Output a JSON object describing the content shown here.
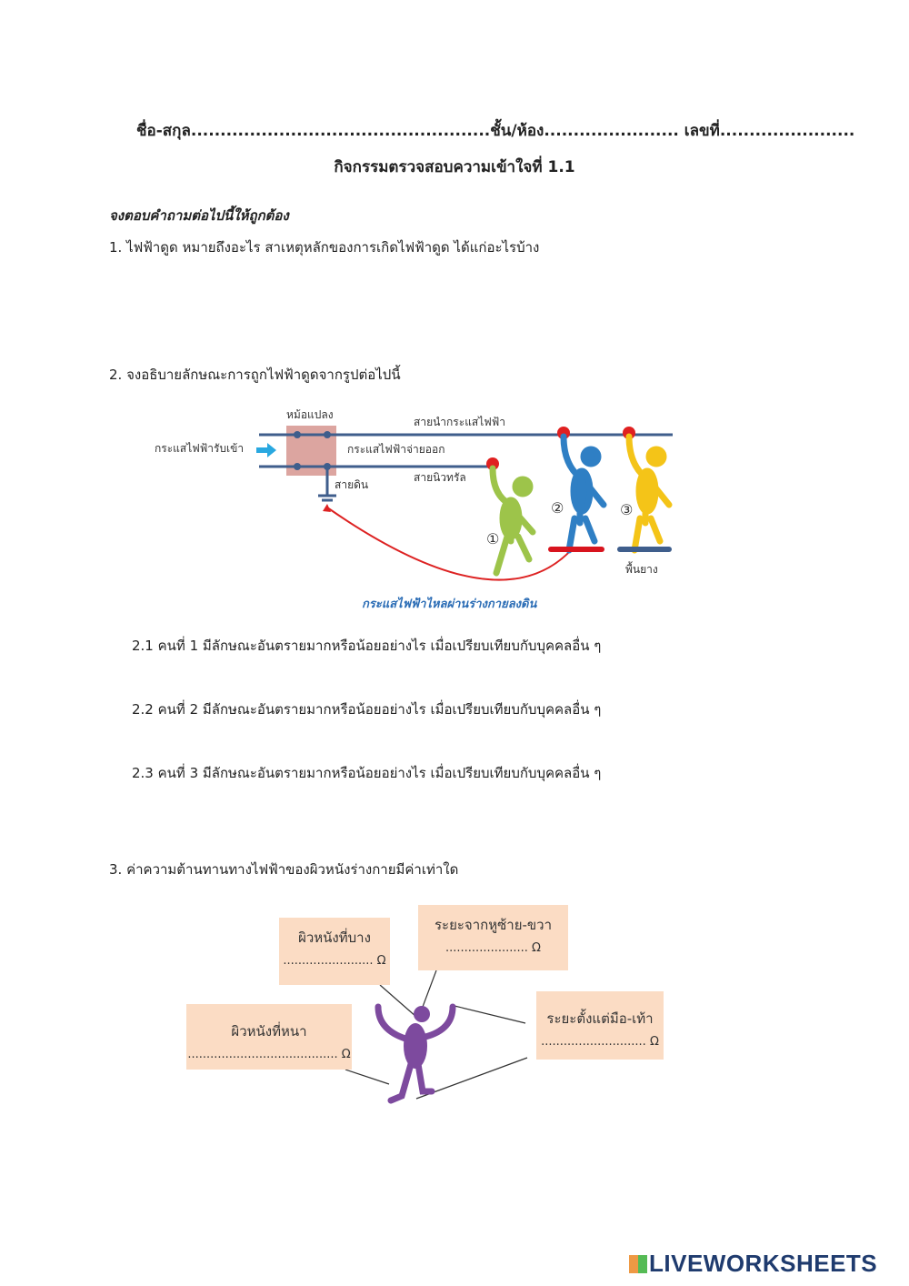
{
  "header": {
    "name_label": "ชื่อ-สกุล...................................................",
    "class_label": "ชั้น/ห้อง.......................",
    "number_label": "เลขที่......................."
  },
  "title": "กิจกรรมตรวจสอบความเข้าใจที่ 1.1",
  "instruction": "จงตอบคำถามต่อไปนี้ให้ถูกต้อง",
  "q1": "1. ไฟฟ้าดูด หมายถึงอะไร สาเหตุหลักของการเกิดไฟฟ้าดูด ได้แก่อะไรบ้าง",
  "q2": "2. จงอธิบายลักษณะการถูกไฟฟ้าดูดจากรูปต่อไปนี้",
  "diagram": {
    "transformer": "หม้อแปลง",
    "input": "กระแสไฟฟ้ารับเข้า",
    "live_wire": "สายนำกระแสไฟฟ้า",
    "output": "กระแสไฟฟ้าจ่ายออก",
    "neutral": "สายนิวทรัล",
    "ground": "สายดิน",
    "rubber_floor": "พื้นยาง",
    "flow": "กระแสไฟฟ้าไหลผ่านร่างกายลงดิน",
    "p1": "①",
    "p2": "②",
    "p3": "③"
  },
  "q2_sub": [
    "2.1 คนที่ 1 มีลักษณะอันตรายมากหรือน้อยอย่างไร เมื่อเปรียบเทียบกับบุคคลอื่น ๆ",
    "2.2 คนที่ 2 มีลักษณะอันตรายมากหรือน้อยอย่างไร เมื่อเปรียบเทียบกับบุคคลอื่น ๆ",
    "2.3 คนที่ 3 มีลักษณะอันตรายมากหรือน้อยอย่างไร เมื่อเปรียบเทียบกับบุคคลอื่น ๆ"
  ],
  "q3": "3. ค่าความต้านทานทางไฟฟ้าของผิวหนังร่างกายมีค่าเท่าใด",
  "boxes": {
    "thin": {
      "label": "ผิวหนังที่บาง",
      "answer": "........................ Ω"
    },
    "ears": {
      "label": "ระยะจากหูซ้าย-ขวา",
      "answer": "...................... Ω"
    },
    "thick": {
      "label": "ผิวหนังที่หนา",
      "answer": "........................................ Ω"
    },
    "hand_foot": {
      "label": "ระยะตั้งแต่มือ-เท้า",
      "answer": "............................ Ω"
    }
  },
  "footer": {
    "brand": "LIVEWORKSHEETS"
  }
}
